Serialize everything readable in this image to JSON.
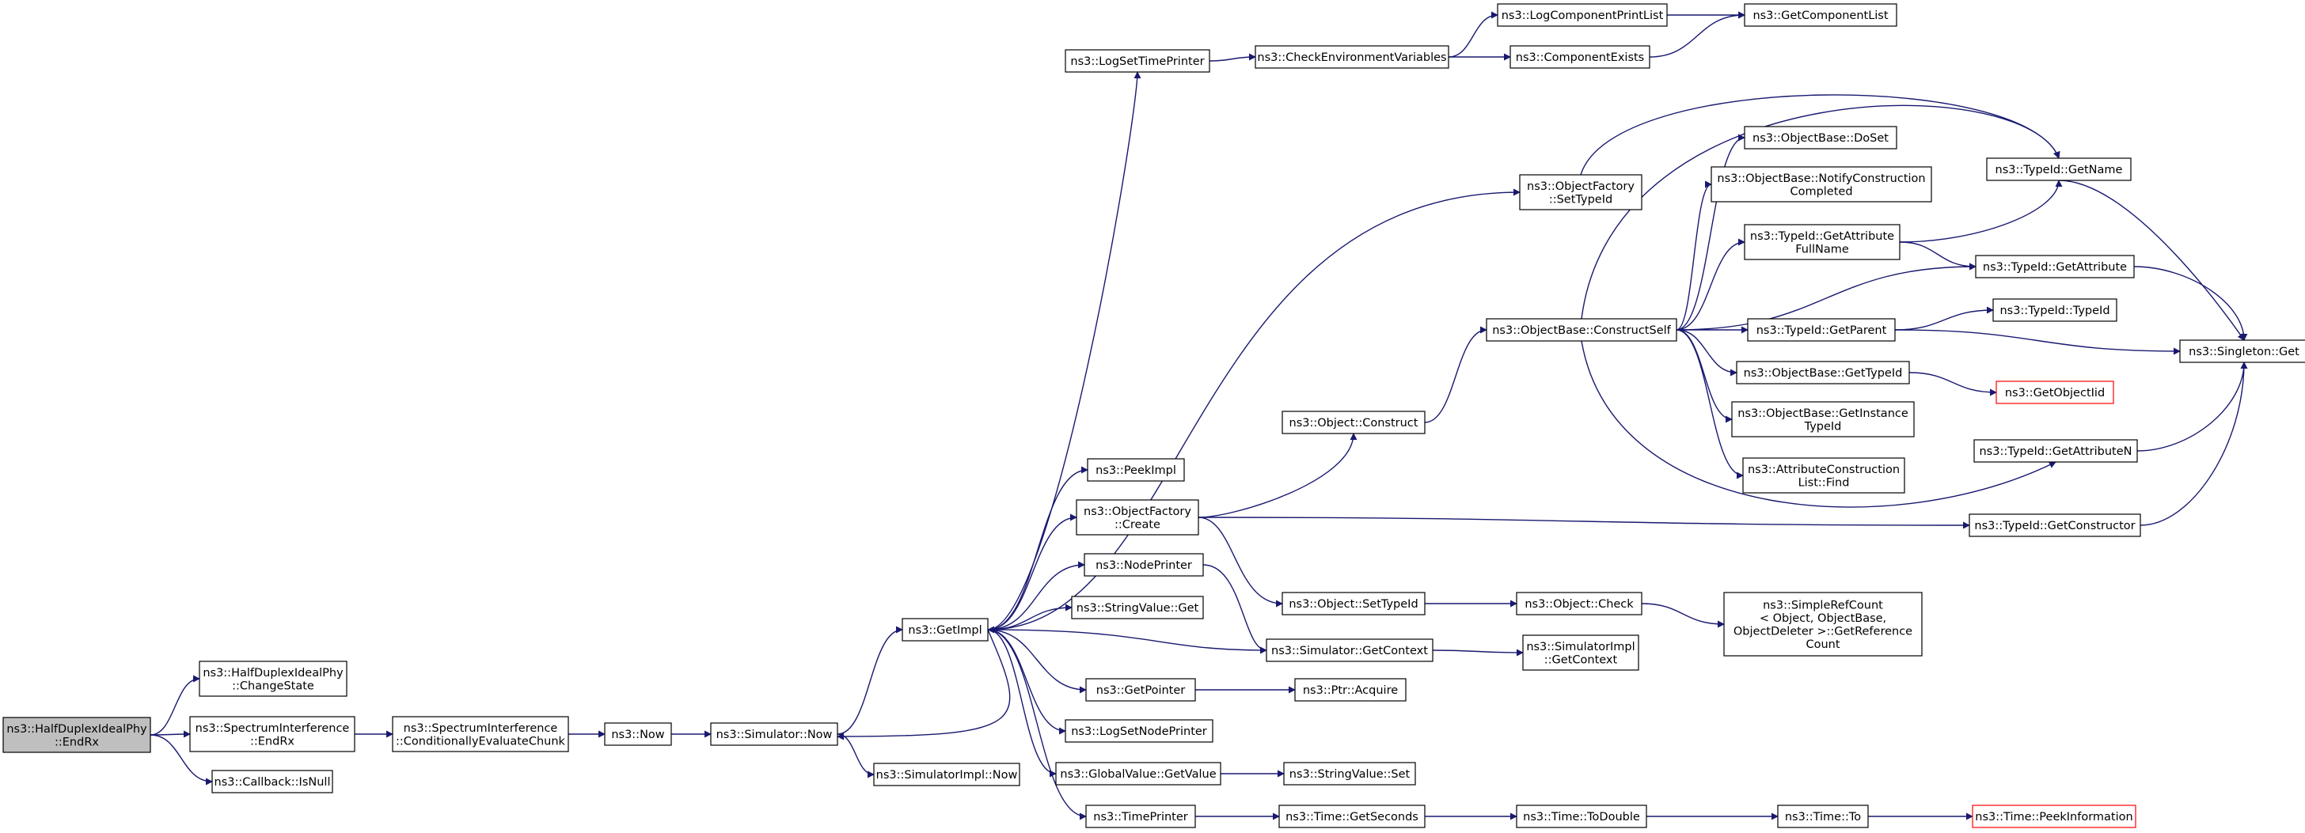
{
  "colors": {
    "node_border": "#000000",
    "node_fill": "#ffffff",
    "focus_fill": "#bfbfbf",
    "undocumented_border": "#ff0000",
    "edge": "#191970"
  },
  "nodes": [
    {
      "id": "halfduplex_endrx",
      "lines": [
        "ns3::HalfDuplexIdealPhy",
        "::EndRx"
      ],
      "style": "focus"
    },
    {
      "id": "halfduplex_changestate",
      "lines": [
        "ns3::HalfDuplexIdealPhy",
        "::ChangeState"
      ]
    },
    {
      "id": "spectrum_endrx",
      "lines": [
        "ns3::SpectrumInterference",
        "::EndRx"
      ]
    },
    {
      "id": "callback_isnull",
      "lines": [
        "ns3::Callback::IsNull"
      ]
    },
    {
      "id": "spectrum_chunk",
      "lines": [
        "ns3::SpectrumInterference",
        "::ConditionallyEvaluateChunk"
      ]
    },
    {
      "id": "now",
      "lines": [
        "ns3::Now"
      ]
    },
    {
      "id": "simulator_now",
      "lines": [
        "ns3::Simulator::Now"
      ]
    },
    {
      "id": "simulatorimpl_now",
      "lines": [
        "ns3::SimulatorImpl::Now"
      ]
    },
    {
      "id": "getimpl",
      "lines": [
        "ns3::GetImpl"
      ]
    },
    {
      "id": "logsettimeprinter",
      "lines": [
        "ns3::LogSetTimePrinter"
      ]
    },
    {
      "id": "checkenv",
      "lines": [
        "ns3::CheckEnvironmentVariables"
      ]
    },
    {
      "id": "logcomponentprintlist",
      "lines": [
        "ns3::LogComponentPrintList"
      ]
    },
    {
      "id": "getcomponentlist",
      "lines": [
        "ns3::GetComponentList"
      ]
    },
    {
      "id": "componentexists",
      "lines": [
        "ns3::ComponentExists"
      ]
    },
    {
      "id": "objectfactory_settypeid",
      "lines": [
        "ns3::ObjectFactory",
        "::SetTypeId"
      ]
    },
    {
      "id": "typeid_getname",
      "lines": [
        "ns3::TypeId::GetName"
      ]
    },
    {
      "id": "singleton_get",
      "lines": [
        "ns3::Singleton::Get"
      ]
    },
    {
      "id": "peekimpl",
      "lines": [
        "ns3::PeekImpl"
      ]
    },
    {
      "id": "objectfactory_create",
      "lines": [
        "ns3::ObjectFactory",
        "::Create"
      ]
    },
    {
      "id": "object_construct",
      "lines": [
        "ns3::Object::Construct"
      ]
    },
    {
      "id": "constructself",
      "lines": [
        "ns3::ObjectBase::ConstructSelf"
      ]
    },
    {
      "id": "objectbase_doset",
      "lines": [
        "ns3::ObjectBase::DoSet"
      ]
    },
    {
      "id": "objectbase_notify",
      "lines": [
        "ns3::ObjectBase::NotifyConstruction",
        "Completed"
      ]
    },
    {
      "id": "typeid_getattributefullname",
      "lines": [
        "ns3::TypeId::GetAttribute",
        "FullName"
      ]
    },
    {
      "id": "typeid_getattribute",
      "lines": [
        "ns3::TypeId::GetAttribute"
      ]
    },
    {
      "id": "typeid_getparent",
      "lines": [
        "ns3::TypeId::GetParent"
      ]
    },
    {
      "id": "typeid_typeid",
      "lines": [
        "ns3::TypeId::TypeId"
      ]
    },
    {
      "id": "objectbase_gettypeid",
      "lines": [
        "ns3::ObjectBase::GetTypeId"
      ]
    },
    {
      "id": "getobjectiid",
      "lines": [
        "ns3::GetObjectIid"
      ],
      "style": "undocumented"
    },
    {
      "id": "objectbase_getinstancetypeid",
      "lines": [
        "ns3::ObjectBase::GetInstance",
        "TypeId"
      ]
    },
    {
      "id": "attributeconstructionlist_find",
      "lines": [
        "ns3::AttributeConstruction",
        "List::Find"
      ]
    },
    {
      "id": "typeid_getattributen",
      "lines": [
        "ns3::TypeId::GetAttributeN"
      ]
    },
    {
      "id": "typeid_getconstructor",
      "lines": [
        "ns3::TypeId::GetConstructor"
      ]
    },
    {
      "id": "nodeprinter",
      "lines": [
        "ns3::NodePrinter"
      ]
    },
    {
      "id": "object_settypeid",
      "lines": [
        "ns3::Object::SetTypeId"
      ]
    },
    {
      "id": "object_check",
      "lines": [
        "ns3::Object::Check"
      ]
    },
    {
      "id": "simplerefcount",
      "lines": [
        "ns3::SimpleRefCount",
        "< Object, ObjectBase,",
        "ObjectDeleter >::GetReference",
        "Count"
      ]
    },
    {
      "id": "stringvalue_get",
      "lines": [
        "ns3::StringValue::Get"
      ]
    },
    {
      "id": "simulator_getcontext",
      "lines": [
        "ns3::Simulator::GetContext"
      ]
    },
    {
      "id": "simulatorimpl_getcontext",
      "lines": [
        "ns3::SimulatorImpl",
        "::GetContext"
      ]
    },
    {
      "id": "getpointer",
      "lines": [
        "ns3::GetPointer"
      ]
    },
    {
      "id": "ptr_acquire",
      "lines": [
        "ns3::Ptr::Acquire"
      ]
    },
    {
      "id": "logsetnodeprinter",
      "lines": [
        "ns3::LogSetNodePrinter"
      ]
    },
    {
      "id": "globalvalue_getvalue",
      "lines": [
        "ns3::GlobalValue::GetValue"
      ]
    },
    {
      "id": "stringvalue_set",
      "lines": [
        "ns3::StringValue::Set"
      ]
    },
    {
      "id": "timeprinter",
      "lines": [
        "ns3::TimePrinter"
      ]
    },
    {
      "id": "time_getseconds",
      "lines": [
        "ns3::Time::GetSeconds"
      ]
    },
    {
      "id": "time_todouble",
      "lines": [
        "ns3::Time::ToDouble"
      ]
    },
    {
      "id": "time_to",
      "lines": [
        "ns3::Time::To"
      ]
    },
    {
      "id": "time_peekinformation",
      "lines": [
        "ns3::Time::PeekInformation"
      ],
      "style": "undocumented"
    }
  ]
}
